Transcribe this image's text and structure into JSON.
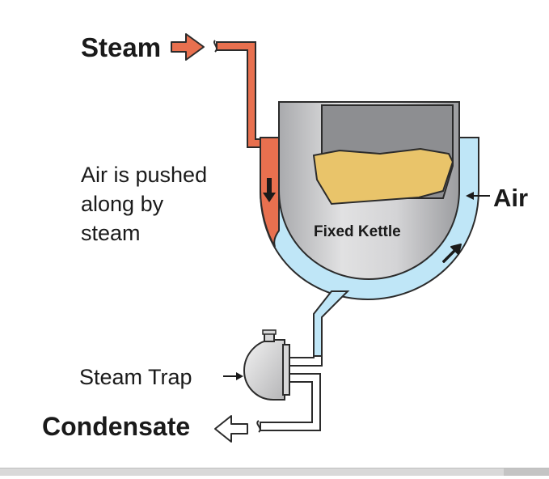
{
  "labels": {
    "steam": "Steam",
    "air_pushed": [
      "Air is pushed",
      "along by",
      "steam"
    ],
    "air": "Air",
    "fixed_kettle": "Fixed Kettle",
    "steam_trap": "Steam Trap",
    "condensate": "Condensate"
  },
  "colors": {
    "steam": "#e8704f",
    "air": "#bfe6f7",
    "kettle_shell": "#c9c9ca",
    "kettle_dark": "#8d8e91",
    "contents": "#e9c46a",
    "outline": "#2b2b2b"
  }
}
